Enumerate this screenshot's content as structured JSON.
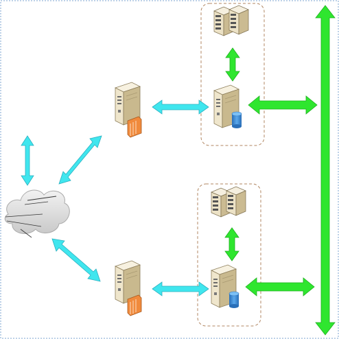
{
  "diagram": {
    "colors": {
      "frame": "#a9c4e0",
      "group_border": "#b08560",
      "cyan_arrow": "#40e6ee",
      "cyan_arrow_edge": "#2bb0c0",
      "green_arrow": "#2fe62f",
      "green_arrow_edge": "#1fb01f",
      "server_body": "#efe6cc",
      "server_side": "#c9b98e",
      "server_top": "#f7f1e0",
      "database": "#3f8fd9",
      "firewall": "#f08a3c",
      "cloud": "#d8d8d8"
    },
    "nodes": [
      {
        "icon": "cloud-icon"
      },
      {
        "icon": "web-server-icon",
        "tier": "front-end"
      },
      {
        "icon": "web-server-icon",
        "tier": "front-end"
      },
      {
        "icon": "database-server-icon",
        "tier": "back-end"
      },
      {
        "icon": "database-server-icon",
        "tier": "back-end"
      },
      {
        "icon": "storage-array-icon",
        "tier": "storage"
      },
      {
        "icon": "storage-array-icon",
        "tier": "storage"
      }
    ],
    "groups": 2,
    "connections": {
      "cyan": 5,
      "green": 5
    }
  }
}
